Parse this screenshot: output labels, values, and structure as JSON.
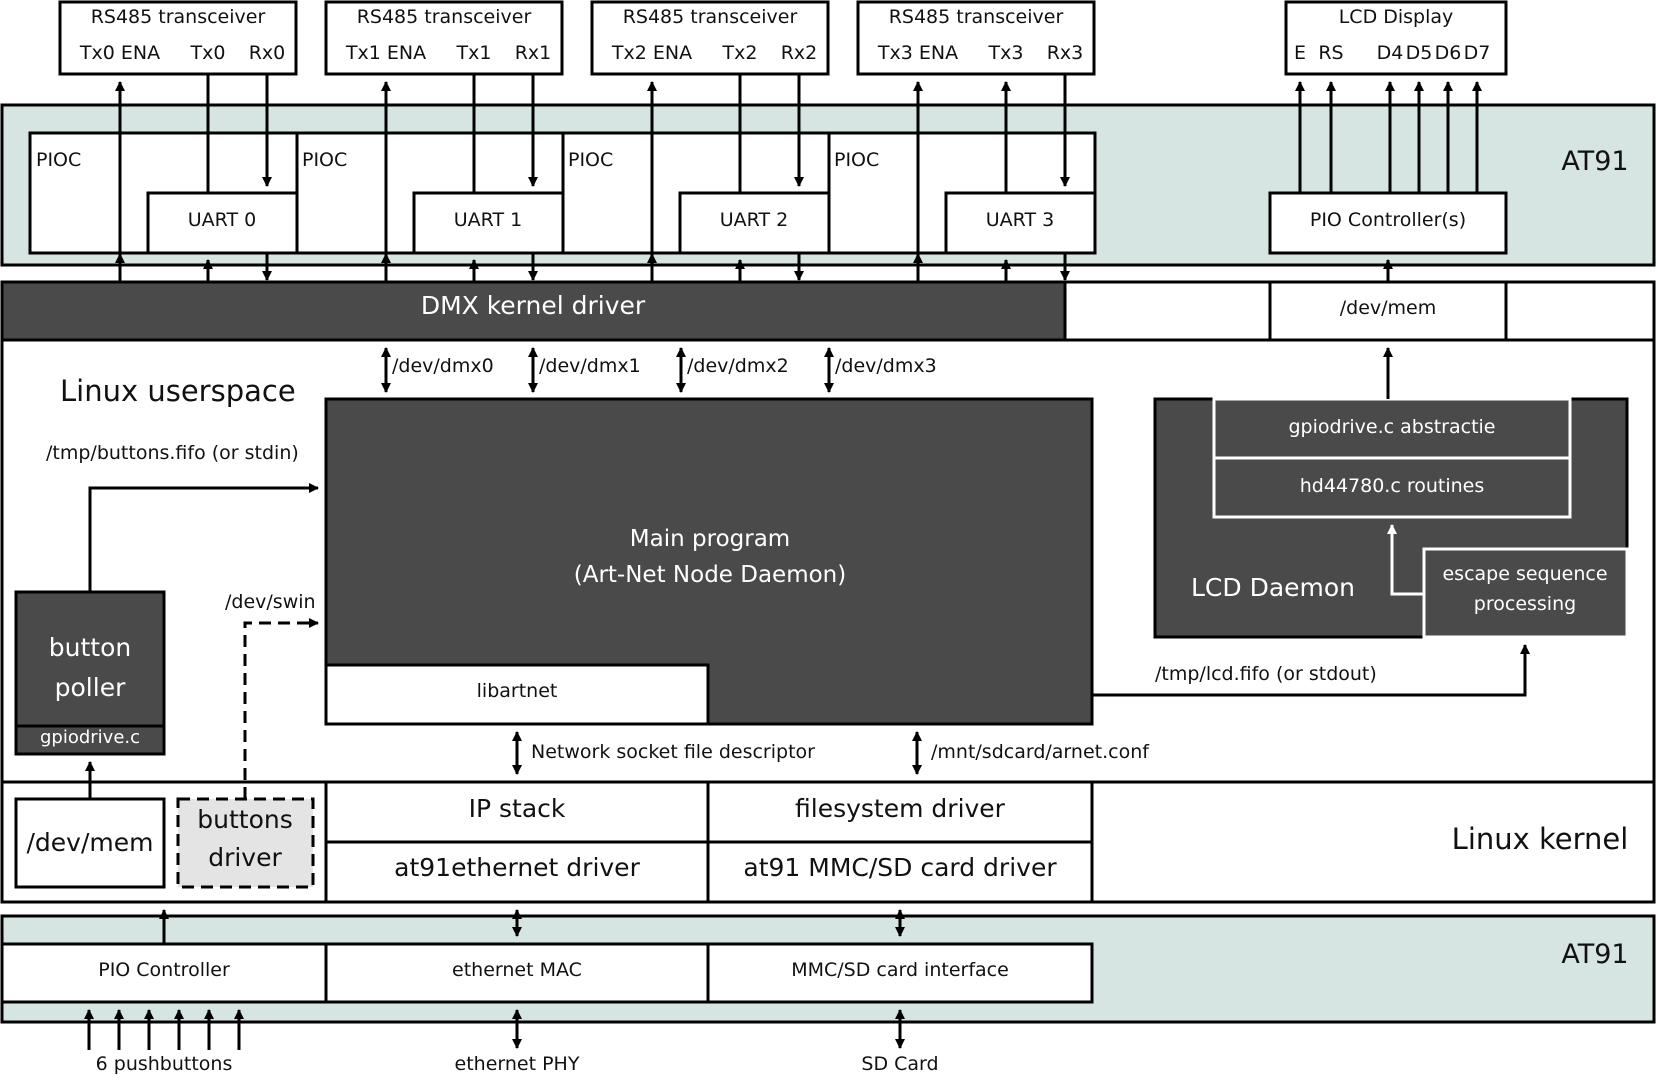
{
  "transceivers": [
    {
      "title": "RS485 transceiver",
      "ena": "Tx0 ENA",
      "tx": "Tx0",
      "rx": "Rx0"
    },
    {
      "title": "RS485 transceiver",
      "ena": "Tx1 ENA",
      "tx": "Tx1",
      "rx": "Rx1"
    },
    {
      "title": "RS485 transceiver",
      "ena": "Tx2 ENA",
      "tx": "Tx2",
      "rx": "Rx2"
    },
    {
      "title": "RS485 transceiver",
      "ena": "Tx3 ENA",
      "tx": "Tx3",
      "rx": "Rx3"
    }
  ],
  "lcd_display": {
    "title": "LCD Display",
    "pins": [
      "E",
      "RS",
      "D4",
      "D5",
      "D6",
      "D7"
    ]
  },
  "at91_top": {
    "label": "AT91",
    "pioc": [
      "PIOC",
      "PIOC",
      "PIOC",
      "PIOC"
    ],
    "uarts": [
      "UART 0",
      "UART 1",
      "UART 2",
      "UART 3"
    ],
    "pio_controllers": "PIO Controller(s)"
  },
  "dmx_driver": "DMX kernel driver",
  "dev_mem_top": "/dev/mem",
  "userspace": {
    "label": "Linux userspace",
    "dmx_devices": [
      "/dev/dmx0",
      "/dev/dmx1",
      "/dev/dmx2",
      "/dev/dmx3"
    ],
    "buttons_fifo": "/tmp/buttons.fifo (or stdin)",
    "dev_swin": "/dev/swin",
    "main_program": [
      "Main program",
      "(Art-Net Node Daemon)"
    ],
    "libartnet": "libartnet",
    "button_poller": [
      "button",
      "poller"
    ],
    "gpiodrive_c": "gpiodrive.c",
    "lcd_daemon": "LCD Daemon",
    "gpiodrive_abstractie": "gpiodrive.c abstractie",
    "hd44780": "hd44780.c routines",
    "escape": [
      "escape sequence",
      "processing"
    ],
    "lcd_fifo": "/tmp/lcd.fifo (or stdout)",
    "net_socket": "Network socket file descriptor",
    "arnet_conf": "/mnt/sdcard/arnet.conf"
  },
  "kernel": {
    "label": "Linux kernel",
    "dev_mem": "/dev/mem",
    "buttons_driver": [
      "buttons",
      "driver"
    ],
    "ip_stack": "IP stack",
    "eth_driver": "at91ethernet driver",
    "fs_driver": "filesystem driver",
    "mmc_driver": "at91 MMC/SD card driver"
  },
  "at91_bottom": {
    "label": "AT91",
    "pio": "PIO Controller",
    "mac": "ethernet MAC",
    "mmc": "MMC/SD card interface"
  },
  "bottom_labels": {
    "pushbuttons": "6 pushbuttons",
    "phy": "ethernet PHY",
    "sd": "SD Card"
  }
}
